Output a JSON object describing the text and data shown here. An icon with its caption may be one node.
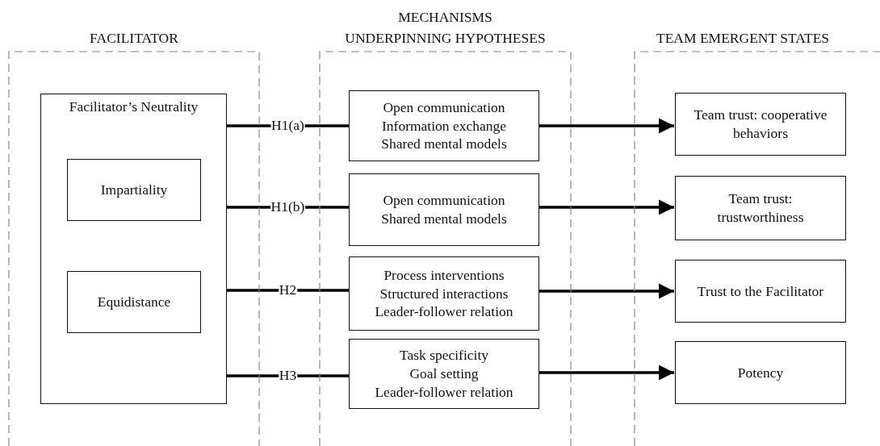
{
  "diagram": {
    "nodes": [
      {
        "text": [
          "FACILITATOR"
        ]
      },
      {
        "text": [
          "Facilitator’s Neutrality"
        ],
        "in": 0
      },
      {
        "text": [
          "Impartiality"
        ],
        "in": 1
      },
      {
        "text": [
          "Equidistance"
        ],
        "in": 1
      },
      {
        "text": [
          "MECHANISMS UNDERPINNING HYPOTHESES"
        ]
      },
      {
        "text": [
          "Open communication",
          "Information exchange",
          "Shared mental models"
        ],
        "in": 4
      },
      {
        "text": [
          "Open communication",
          "Shared mental models"
        ],
        "in": 4
      },
      {
        "text": [
          "Process interventions",
          "Structured interactions",
          "Leader-follower relation"
        ],
        "in": 4
      },
      {
        "text": [
          "Task specificity",
          "Goal setting",
          "Leader-follower relation"
        ],
        "in": 4
      },
      {
        "text": [
          "TEAM EMERGENT STATES"
        ]
      },
      {
        "text": [
          "Team trust: cooperative behaviors"
        ],
        "in": 9
      },
      {
        "text": [
          "Team trust: trustworthiness"
        ],
        "in": 9
      },
      {
        "text": [
          "Trust to the Facilitator"
        ],
        "in": 9
      },
      {
        "text": [
          "Potency"
        ],
        "in": 9
      }
    ],
    "edges": [
      {
        "from": 1,
        "to": 5,
        "arrow": "none",
        "label": "H1(a)"
      },
      {
        "from": 1,
        "to": 6,
        "arrow": "none",
        "label": "H1(b)"
      },
      {
        "from": 1,
        "to": 7,
        "arrow": "none",
        "label": "H2"
      },
      {
        "from": 1,
        "to": 8,
        "arrow": "none",
        "label": "H3"
      },
      {
        "from": 5,
        "to": 10,
        "arrow": "to"
      },
      {
        "from": 6,
        "to": 11,
        "arrow": "to"
      },
      {
        "from": 7,
        "to": 12,
        "arrow": "to"
      },
      {
        "from": 8,
        "to": 13,
        "arrow": "to"
      }
    ]
  }
}
